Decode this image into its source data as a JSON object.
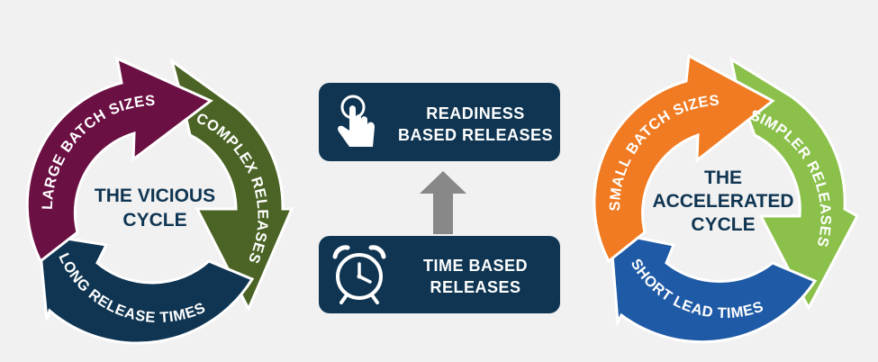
{
  "vicious_cycle": {
    "title_line1": "THE VICIOUS",
    "title_line2": "CYCLE",
    "segments": [
      "LARGE BATCH SIZES",
      "COMPLEX RELEASES",
      "LONG RELEASE TIMES"
    ],
    "colors": [
      "#6b1043",
      "#4b6425",
      "#0f3552"
    ]
  },
  "accelerated_cycle": {
    "title_line1": "THE",
    "title_line2": "ACCELERATED",
    "title_line3": "CYCLE",
    "segments": [
      "SMALL BATCH SIZES",
      "SIMPLER RELEASES",
      "SHORT LEAD TIMES"
    ],
    "colors": [
      "#f07b22",
      "#8bc04a",
      "#1f5aa6"
    ]
  },
  "top_box": {
    "line1": "READINESS",
    "line2": "BASED RELEASES",
    "icon": "hand-pointer-icon"
  },
  "bottom_box": {
    "line1": "TIME BASED",
    "line2": "RELEASES",
    "icon": "alarm-clock-icon"
  },
  "arrow": {
    "icon": "arrow-up-icon",
    "color": "#888888"
  }
}
